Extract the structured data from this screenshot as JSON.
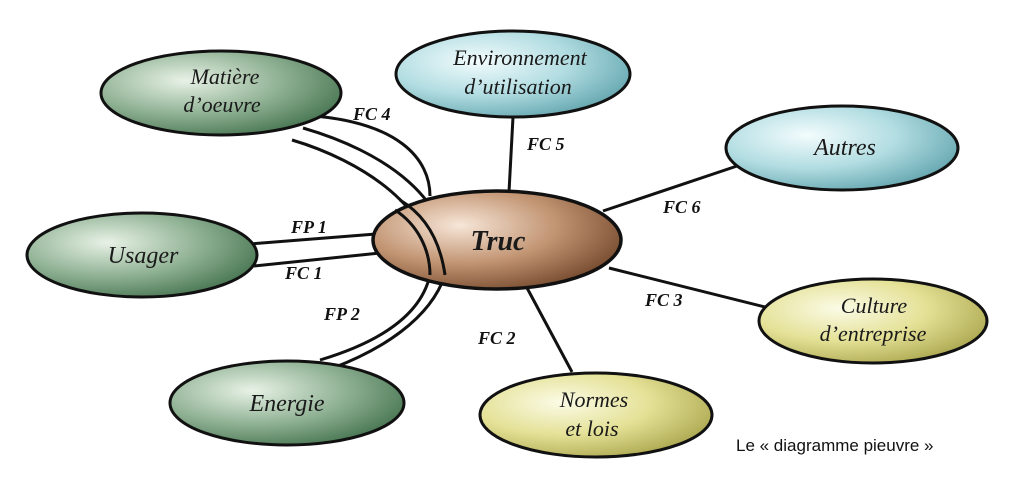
{
  "center": {
    "label": "Truc"
  },
  "nodes": {
    "matiere": [
      "Matière",
      "d’oeuvre"
    ],
    "environnement": [
      "Environnement",
      "d’utilisation"
    ],
    "autres": [
      "Autres"
    ],
    "usager": [
      "Usager"
    ],
    "culture": [
      "Culture",
      "d’entreprise"
    ],
    "energie": [
      "Energie"
    ],
    "normes": [
      "Normes",
      "et lois"
    ]
  },
  "functions": {
    "fp1": "FP 1",
    "fp2": "FP 2",
    "fc1": "FC 1",
    "fc2": "FC 2",
    "fc3": "FC 3",
    "fc4": "FC 4",
    "fc5": "FC 5",
    "fc6": "FC 6"
  },
  "caption": "Le « diagramme pieuvre »",
  "colors": {
    "green_node": "#7fa383",
    "blue_node": "#a9d8de",
    "yellow_node": "#e7e59a",
    "center_node": "#b98a6a",
    "outline": "#111111"
  }
}
